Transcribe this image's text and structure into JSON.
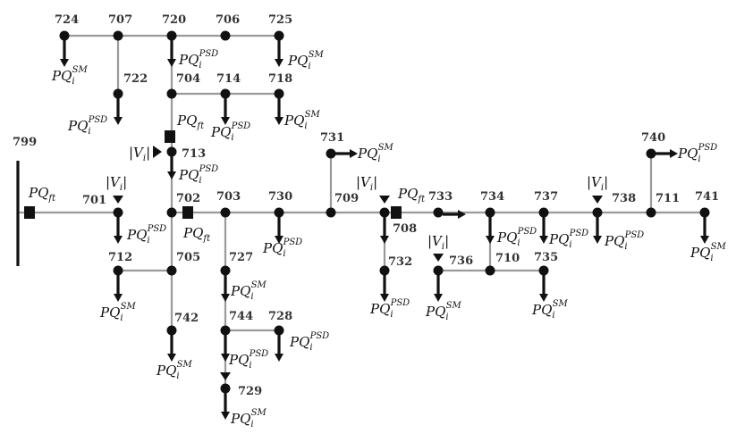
{
  "diagram": {
    "bus_labels": {
      "724": "724",
      "707": "707",
      "720": "720",
      "706": "706",
      "725": "725",
      "722": "722",
      "704": "704",
      "714": "714",
      "718": "718",
      "799": "799",
      "701": "701",
      "713": "713",
      "702": "702",
      "703": "703",
      "730": "730",
      "731": "731",
      "709": "709",
      "708": "708",
      "733": "733",
      "734": "734",
      "737": "737",
      "738": "738",
      "711": "711",
      "740": "740",
      "741": "741",
      "712": "712",
      "705": "705",
      "727": "727",
      "732": "732",
      "736": "736",
      "710": "710",
      "735": "735",
      "742": "742",
      "744": "744",
      "728": "728",
      "729": "729"
    },
    "symbols": {
      "pq": "PQ",
      "i": "i",
      "ft": "ft",
      "sm": "SM",
      "psd": "PSD",
      "v_open": "|V",
      "v_close": "|"
    }
  }
}
